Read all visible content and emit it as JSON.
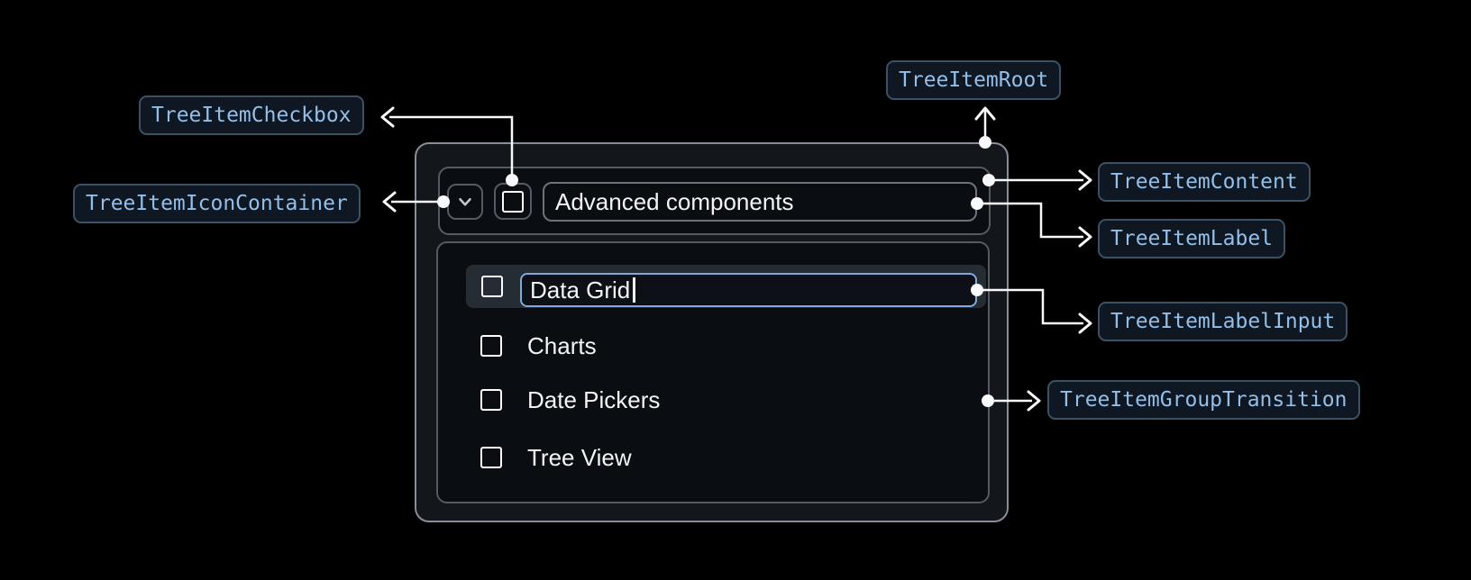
{
  "colors": {
    "page_bg": "#000000",
    "root_bg": "#13161b",
    "root_border": "#878e96",
    "panel_bg": "#0a0d11",
    "panel_border": "#555b62",
    "label_box_border": "#6d737b",
    "row_highlight_bg": "#262c34",
    "input_border": "#7fabdb",
    "input_bg": "#0d1117",
    "text_primary": "#f2f4f6",
    "badge_bg": "#0e1722",
    "badge_border": "#3d5164",
    "badge_text": "#93bfe9",
    "connector": "#f7f9fb",
    "chevron_icon": "#c3c7cc",
    "checkbox_border": "#ffffff"
  },
  "badges": {
    "root": "TreeItemRoot",
    "checkbox": "TreeItemCheckbox",
    "icon_container": "TreeItemIconContainer",
    "content": "TreeItemContent",
    "label": "TreeItemLabel",
    "label_input": "TreeItemLabelInput",
    "group_transition": "TreeItemGroupTransition"
  },
  "tree": {
    "parent": {
      "label": "Advanced components",
      "expanded": true,
      "expand_icon": "chevron-down-icon",
      "checkbox_icon": "checkbox-unchecked-icon",
      "checkbox_checked": false
    },
    "children": [
      {
        "label": "Data Grid",
        "editing": true,
        "checkbox_checked": false
      },
      {
        "label": "Charts",
        "editing": false,
        "checkbox_checked": false
      },
      {
        "label": "Date Pickers",
        "editing": false,
        "checkbox_checked": false
      },
      {
        "label": "Tree View",
        "editing": false,
        "checkbox_checked": false
      }
    ]
  }
}
